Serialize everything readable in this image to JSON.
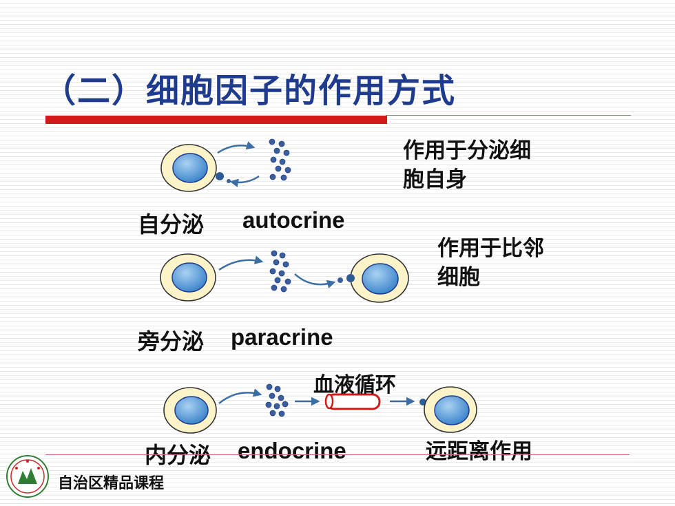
{
  "slide": {
    "title": "（二）细胞因子的作用方式"
  },
  "autocrine": {
    "label_cn": "自分泌",
    "label_en": "autocrine",
    "description_line1": "作用于分泌细",
    "description_line2": "胞自身"
  },
  "paracrine": {
    "label_cn": "旁分泌",
    "label_en": "paracrine",
    "description_line1": "作用于比邻",
    "description_line2": "细胞"
  },
  "endocrine": {
    "label_cn": "内分泌",
    "label_en": "endocrine",
    "circulation_label": "血液循环",
    "distance_label": "远距离作用"
  },
  "footer": {
    "course_text": "自治区精品课程",
    "logo_icon": "university-seal-icon"
  },
  "colors": {
    "title": "#1f3b8e",
    "red_bar": "#d11919",
    "cell_outer": "#fdf3c8",
    "cell_nucleus": "#5b9bd5",
    "dots": "#3a5f9a",
    "arrow": "#3a6ea5"
  }
}
